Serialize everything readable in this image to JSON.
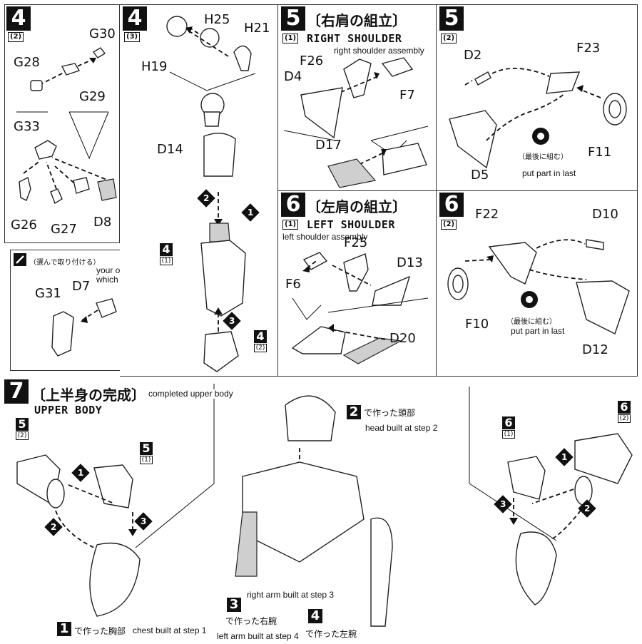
{
  "steps": {
    "s4_2": {
      "num": "4",
      "sub": "(2)",
      "labels": [
        "G30",
        "G28",
        "G29",
        "G33",
        "G26",
        "G27",
        "D8"
      ]
    },
    "s4_3": {
      "num": "4",
      "sub": "(3)",
      "labels": [
        "H25",
        "H21",
        "H19",
        "D14"
      ],
      "ref_num": "4",
      "ref_sub": "(1)",
      "ref2_num": "4",
      "ref2_sub": "(2)"
    },
    "option": {
      "jp": "（選んで取り付ける）",
      "note": "your option to choose which to install",
      "labels": [
        "G31",
        "D7"
      ]
    },
    "s5_1": {
      "num": "5",
      "title_jp": "〔右肩の組立〕",
      "title_en": "RIGHT SHOULDER",
      "sub": "(1)",
      "note": "right shoulder assembly",
      "labels": [
        "F26",
        "D4",
        "F7",
        "D17"
      ]
    },
    "s5_2": {
      "num": "5",
      "sub": "(2)",
      "labels": [
        "D2",
        "F23",
        "F11",
        "D5"
      ],
      "jp_last": "（最後に組む）",
      "note_last": "put part in last"
    },
    "s6_1": {
      "num": "6",
      "title_jp": "〔左肩の組立〕",
      "title_en": "LEFT SHOULDER",
      "sub": "(1)",
      "note": "left shoulder assembly",
      "labels": [
        "F25",
        "D13",
        "F6",
        "D20"
      ]
    },
    "s6_2": {
      "num": "6",
      "sub": "(2)",
      "labels": [
        "F22",
        "D10",
        "F10",
        "D12"
      ],
      "jp_last": "（最後に組む）",
      "note_last": "put part in last"
    },
    "s7": {
      "num": "7",
      "title_jp": "〔上半身の完成〕",
      "title_en": "UPPER BODY",
      "note": "completed upper body",
      "ref_5_2": {
        "num": "5",
        "sub": "(2)"
      },
      "ref_5_1": {
        "num": "5",
        "sub": "(1)"
      },
      "ref_6_1": {
        "num": "6",
        "sub": "(1)"
      },
      "ref_6_2": {
        "num": "6",
        "sub": "(2)"
      },
      "head_num": "2",
      "head_jp": "で作った頭部",
      "head_note": "head built at step 2",
      "chest_num": "1",
      "chest_jp": "で作った胸部",
      "chest_note": "chest built at step 1",
      "rarm_num": "3",
      "rarm_jp": "で作った右腕",
      "rarm_note": "right arm built at step 3",
      "larm_num": "4",
      "larm_jp": "で作った左腕",
      "larm_note": "left arm built at step 4"
    }
  }
}
